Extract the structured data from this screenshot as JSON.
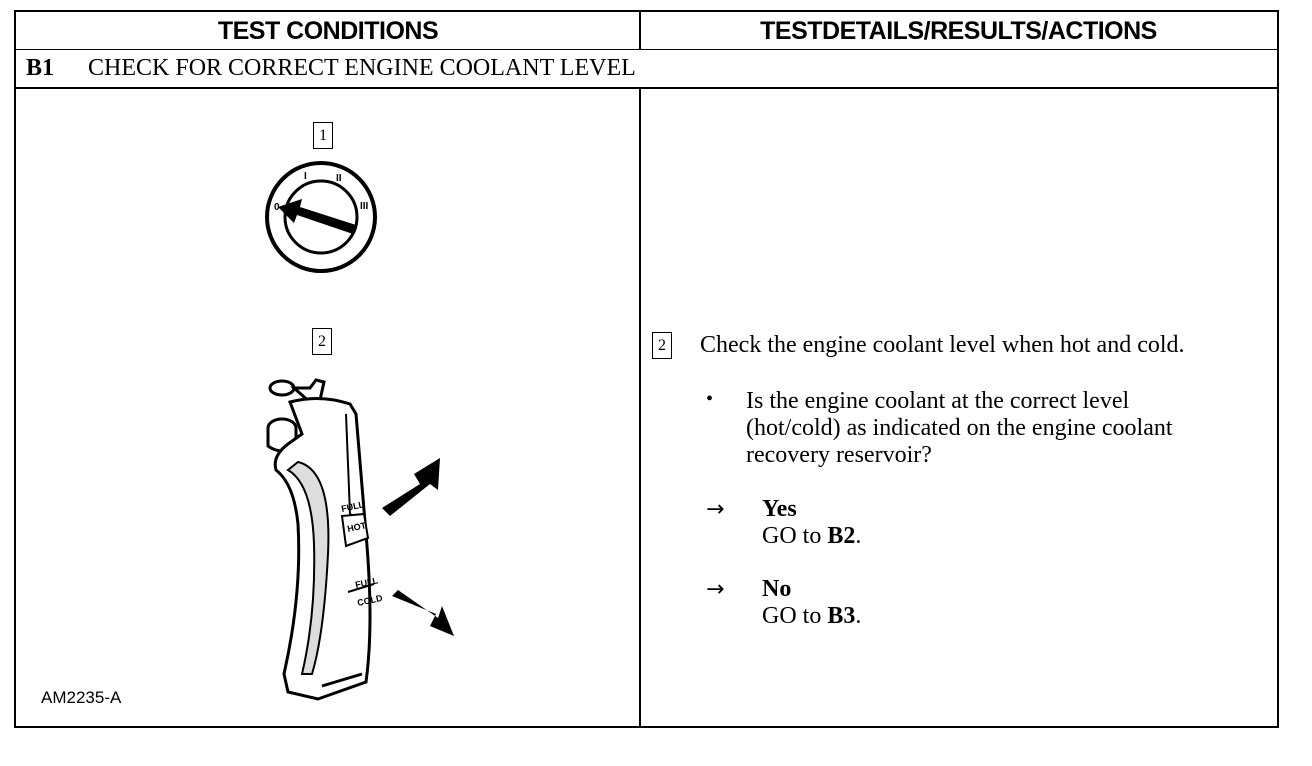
{
  "header": {
    "left": "TEST CONDITIONS",
    "right": "TESTDETAILS/RESULTS/ACTIONS"
  },
  "step": {
    "id": "B1",
    "title": "CHECK FOR CORRECT ENGINE COOLANT LEVEL"
  },
  "figure": {
    "callout_1": "1",
    "callout_2": "2",
    "switch_marks": [
      "0",
      "I",
      "II",
      "III"
    ],
    "reservoir_labels": {
      "full_hot_top": "FULL",
      "full_hot_bottom": "HOT",
      "full_cold_top": "FULL",
      "full_cold_bottom": "COLD"
    },
    "figure_code": "AM2235-A"
  },
  "details": {
    "callout": "2",
    "instruction": "Check the engine coolant level when hot and cold.",
    "bullet_symbol": "•",
    "question_lines": [
      "Is the engine coolant at the correct level",
      "(hot/cold) as indicated on the engine coolant",
      "recovery reservoir?"
    ],
    "answers": [
      {
        "arrow": "→",
        "label": "Yes",
        "action_prefix": "GO to ",
        "action_target": "B2",
        "action_suffix": "."
      },
      {
        "arrow": "→",
        "label": "No",
        "action_prefix": "GO to ",
        "action_target": "B3",
        "action_suffix": "."
      }
    ]
  }
}
